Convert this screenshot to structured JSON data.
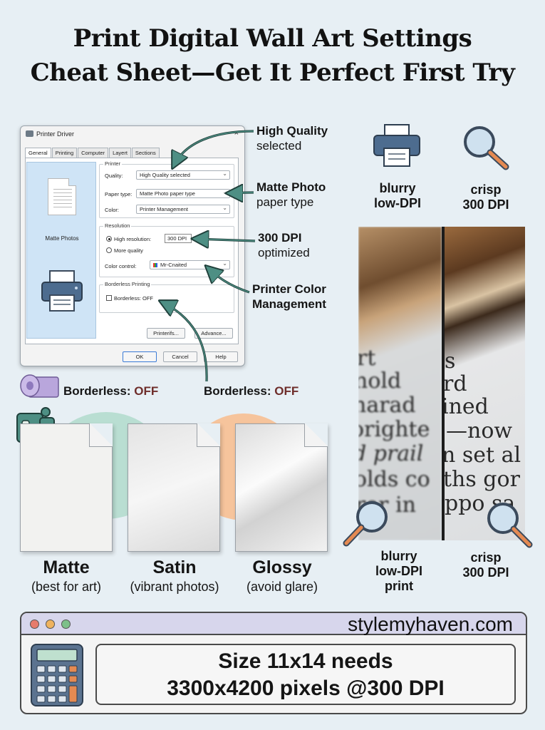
{
  "title": {
    "line1": "Print Digital Wall Art Settings",
    "line2": "Cheat Sheet—Get It Perfect First Try"
  },
  "dialog": {
    "title": "Printer Driver",
    "close": "×",
    "tabs": [
      "General",
      "Printing",
      "Computer",
      "Layert",
      "Sections"
    ],
    "side_label": "Matte Photos",
    "printer_group": "Printer",
    "quality_label": "Quality:",
    "quality_value": "High Quality selected",
    "paper_type_label": "Paper type:",
    "paper_type_value": "Matte Photo paper type",
    "color_label": "Color:",
    "color_value": "Printer Management",
    "resolution_group": "Resolution",
    "high_res_label": "High resolution:",
    "high_res_value": "300 DPI",
    "more_quality_label": "More quality",
    "color_control_label": "Color control:",
    "color_control_value": "Mr-Cnaited",
    "borderless_group": "Borderless Printing",
    "borderless_label": "Borderless: OFF",
    "printerifs_button": "Printerifs...",
    "advance_button": "Advance...",
    "ok_button": "OK",
    "cancel_button": "Cancel",
    "help_button": "Help"
  },
  "callouts": {
    "quality_bold": "High Quality",
    "quality_sub": "selected",
    "paper_bold": "Matte Photo",
    "paper_sub": "paper type",
    "dpi_bold": "300 DPI",
    "dpi_sub": "optimized",
    "color_line1": "Printer Color",
    "color_line2": "Management",
    "borderless_left_label": "Borderless:",
    "borderless_left_value": "OFF",
    "borderless_right_label": "Borderless:",
    "borderless_right_value": "OFF"
  },
  "compare": {
    "top_left_line1": "blurry",
    "top_left_line2": "low-DPI",
    "top_right_line1": "crisp",
    "top_right_line2": "300 DPI",
    "bottom_left_line1": "blurry",
    "bottom_left_line2": "low-DPI",
    "bottom_left_line3": "print",
    "bottom_right_line1": "crisp",
    "bottom_right_line2": "300 DPI",
    "text_left": [
      "rt",
      "nold",
      "narad",
      "orighte",
      "d prail",
      "olds co",
      "rer in"
    ],
    "text_right": [
      "s",
      "rd",
      "ined",
      "—now",
      "n set al",
      "ths gor",
      "ppo sa"
    ]
  },
  "papers": [
    {
      "name": "Matte",
      "note": "(best for art)"
    },
    {
      "name": "Satin",
      "note": "(vibrant photos)"
    },
    {
      "name": "Glossy",
      "note": "(avoid glare)"
    }
  ],
  "footer": {
    "site": "stylemyhaven.com",
    "needs_line1": "Size 11x14 needs",
    "needs_line2": "3300x4200 pixels @300 DPI"
  },
  "colors": {
    "background": "#e7eff4",
    "off_value": "#6e2d2a",
    "accent_teal": "#4e8f84",
    "mint_blob": "#b9ded2",
    "peach_blob": "#f6c49c",
    "lilac": "#b9a6dc",
    "browser_bar": "#d7d6ec"
  }
}
